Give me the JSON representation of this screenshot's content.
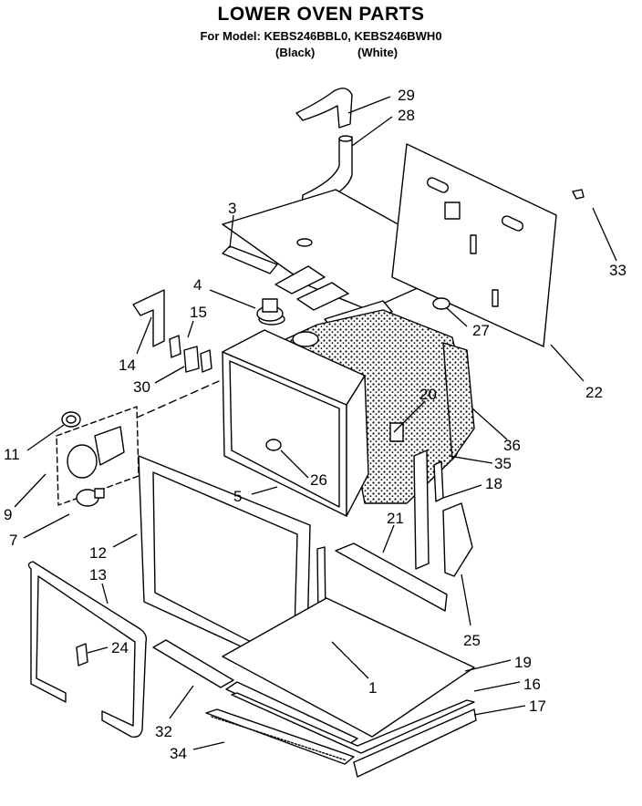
{
  "header": {
    "title": "LOWER OVEN PARTS",
    "model_line": "For Model: KEBS246BBL0, KEBS246BWH0",
    "color_black": "(Black)",
    "color_white": "(White)"
  },
  "callouts": [
    "29",
    "28",
    "3",
    "33",
    "4",
    "15",
    "14",
    "27",
    "30",
    "22",
    "20",
    "36",
    "11",
    "35",
    "26",
    "18",
    "5",
    "9",
    "21",
    "7",
    "12",
    "13",
    "25",
    "24",
    "19",
    "1",
    "16",
    "17",
    "32",
    "34"
  ]
}
